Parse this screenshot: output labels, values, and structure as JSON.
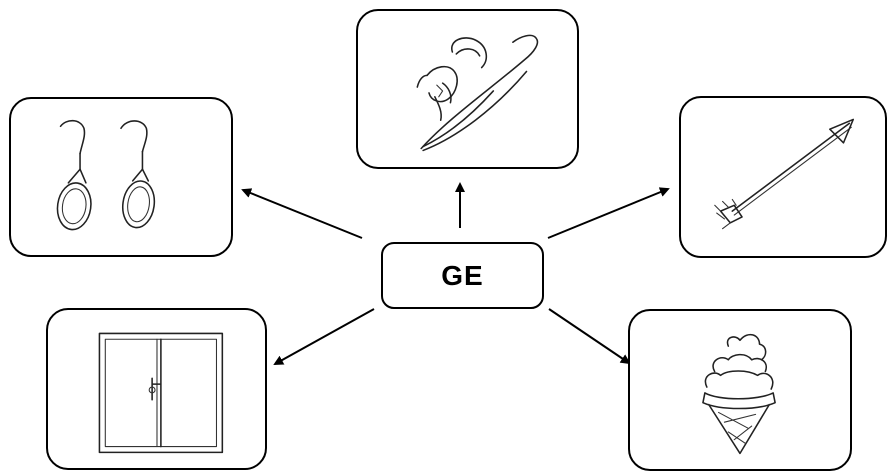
{
  "center": {
    "label": "GE"
  },
  "pictures": [
    {
      "id": "hat",
      "icon": "hat-icon"
    },
    {
      "id": "earrings",
      "icon": "earrings-icon"
    },
    {
      "id": "arrow",
      "icon": "arrow-icon"
    },
    {
      "id": "window",
      "icon": "window-icon"
    },
    {
      "id": "icecream",
      "icon": "ice-cream-icon"
    }
  ],
  "colors": {
    "line": "#000000",
    "background": "#ffffff"
  }
}
